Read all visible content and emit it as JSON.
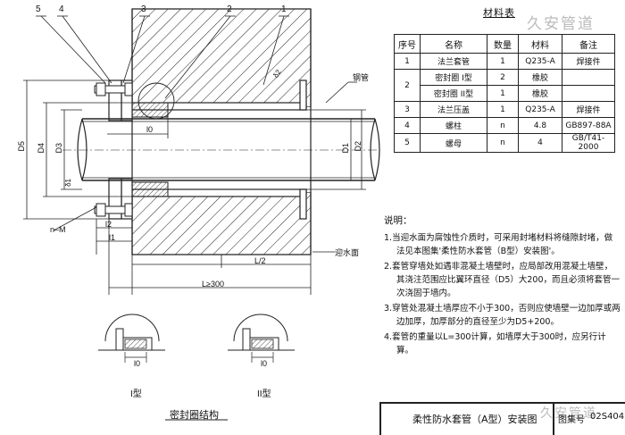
{
  "watermark": {
    "top": "久安管道",
    "bottom": "久安管道"
  },
  "callouts": {
    "n5": "5",
    "n4": "4",
    "n3": "3",
    "n2": "2",
    "n1": "1"
  },
  "dims": {
    "D5": "D5",
    "D4": "D4",
    "D3": "D3",
    "D1": "D1",
    "D2": "D2",
    "delta1": "δ1",
    "delta2": "δ2",
    "l0": "l0",
    "l2": "l2",
    "l1": "l1",
    "L2": "L/2",
    "L": "L≥300",
    "nM": "n–M",
    "pipe": "钢管",
    "water": "迎水面"
  },
  "materials": {
    "title": "材料表",
    "headers": [
      "序号",
      "名称",
      "数量",
      "材料",
      "备注"
    ],
    "rows": [
      {
        "no": "1",
        "name": "法兰套管",
        "qty": "1",
        "mat": "Q235-A",
        "note": "焊接件"
      },
      {
        "no": "2",
        "name": "密封圈 I型",
        "qty": "2",
        "mat": "橡胶",
        "note": ""
      },
      {
        "no": "",
        "name": "密封圈 II型",
        "qty": "1",
        "mat": "橡胶",
        "note": ""
      },
      {
        "no": "3",
        "name": "法兰压盖",
        "qty": "1",
        "mat": "Q235-A",
        "note": "焊接件"
      },
      {
        "no": "4",
        "name": "螺柱",
        "qty": "n",
        "mat": "4.8",
        "note": "GB897-88A"
      },
      {
        "no": "5",
        "name": "螺母",
        "qty": "n",
        "mat": "4",
        "note": "GB/T41-2000"
      }
    ]
  },
  "notes": {
    "heading": "说明：",
    "items": [
      "1.当迎水面为腐蚀性介质时，可采用封堵材料将缝隙封堵，做法见本图集'柔性防水套管（B型）安装图'。",
      "2.套管穿墙处如遇非混凝土墙壁时，应局部改用混凝土墙壁，其浇注范围应比翼环直径（D5）大200，而且必须将套管一次浇固于墙内。",
      "3.穿管处混凝土墙厚应不小于300，否则应使墙壁一边加厚或两边加厚，加厚部分的直径至少为D5+200。",
      "4.套管的重量以L=300计算，如墙厚大于300时，应另行计算。"
    ]
  },
  "seal": {
    "typeI": "I型",
    "typeII": "II型",
    "l0a": "l0",
    "l0b": "l0",
    "caption": "密封圈结构"
  },
  "titleblock": {
    "title": "柔性防水套管（A型）安装图",
    "label": "图集号",
    "code": "02S404"
  }
}
